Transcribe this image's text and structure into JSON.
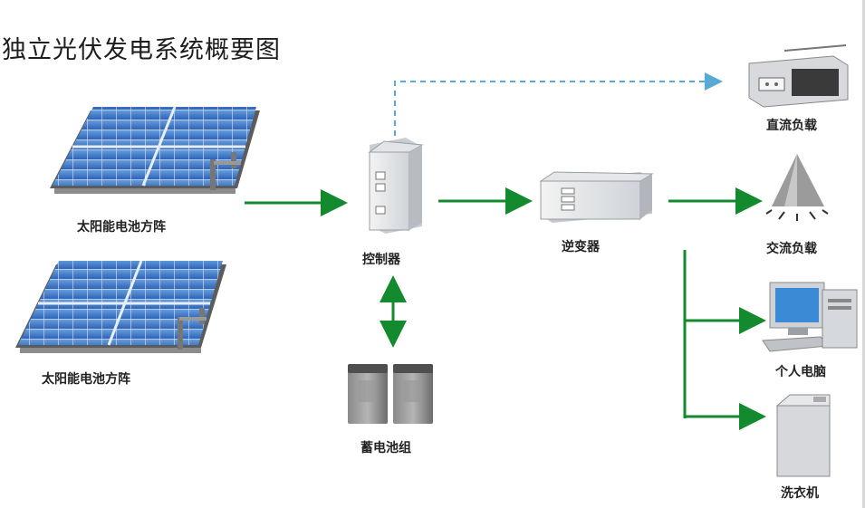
{
  "title": "独立光伏发电系统概要图",
  "nodes": {
    "solar_array_1": "太阳能电池方阵",
    "solar_array_2": "太阳能电池方阵",
    "controller": "控制器",
    "battery": "蓄电池组",
    "inverter": "逆变器",
    "dc_load": "直流负载",
    "ac_load": "交流负载",
    "pc": "个人电脑",
    "washer": "洗衣机"
  },
  "colors": {
    "arrow_green": "#138a2e",
    "dashed_blue": "#59a9d6",
    "panel_blue": "#3f78c8"
  }
}
